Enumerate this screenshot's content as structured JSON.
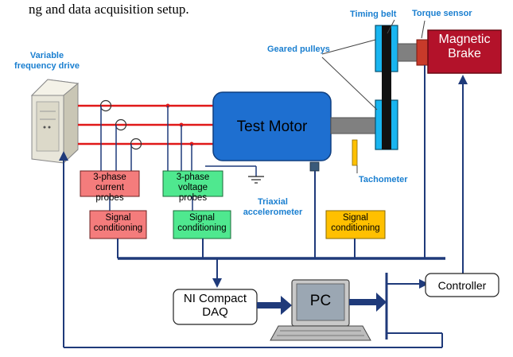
{
  "caption": "ng and data acquisition setup.",
  "labels": {
    "variable_frequency_drive": "Variable\nfrequency drive",
    "timing_belt": "Timing belt",
    "torque_sensor": "Torque sensor",
    "geared_pulleys": "Geared pulleys",
    "magnetic_brake": "Magnetic\nBrake",
    "test_motor": "Test Motor",
    "tachometer": "Tachometer",
    "triaxial_accelerometer": "Triaxial\naccelerometer",
    "current_probes": "3-phase current\nprobes",
    "voltage_probes": "3-phase voltage\nprobes",
    "signal_conditioning_1": "Signal\nconditioning",
    "signal_conditioning_2": "Signal\nconditioning",
    "signal_conditioning_3": "Signal\nconditioning",
    "daq": "NI Compact\nDAQ",
    "pc": "PC",
    "controller": "Controller"
  },
  "colors": {
    "label_blue": "#1a7fd0",
    "bus_navy": "#1f3a7a",
    "power_red": "#e01818",
    "motor_blue": "#1e6fd0",
    "brake_red": "#b3122a",
    "current_box": "#f47c7c",
    "voltage_box": "#4fe88f",
    "tacho_box": "#ffc000",
    "pulley_cyan": "#19b5f0"
  }
}
